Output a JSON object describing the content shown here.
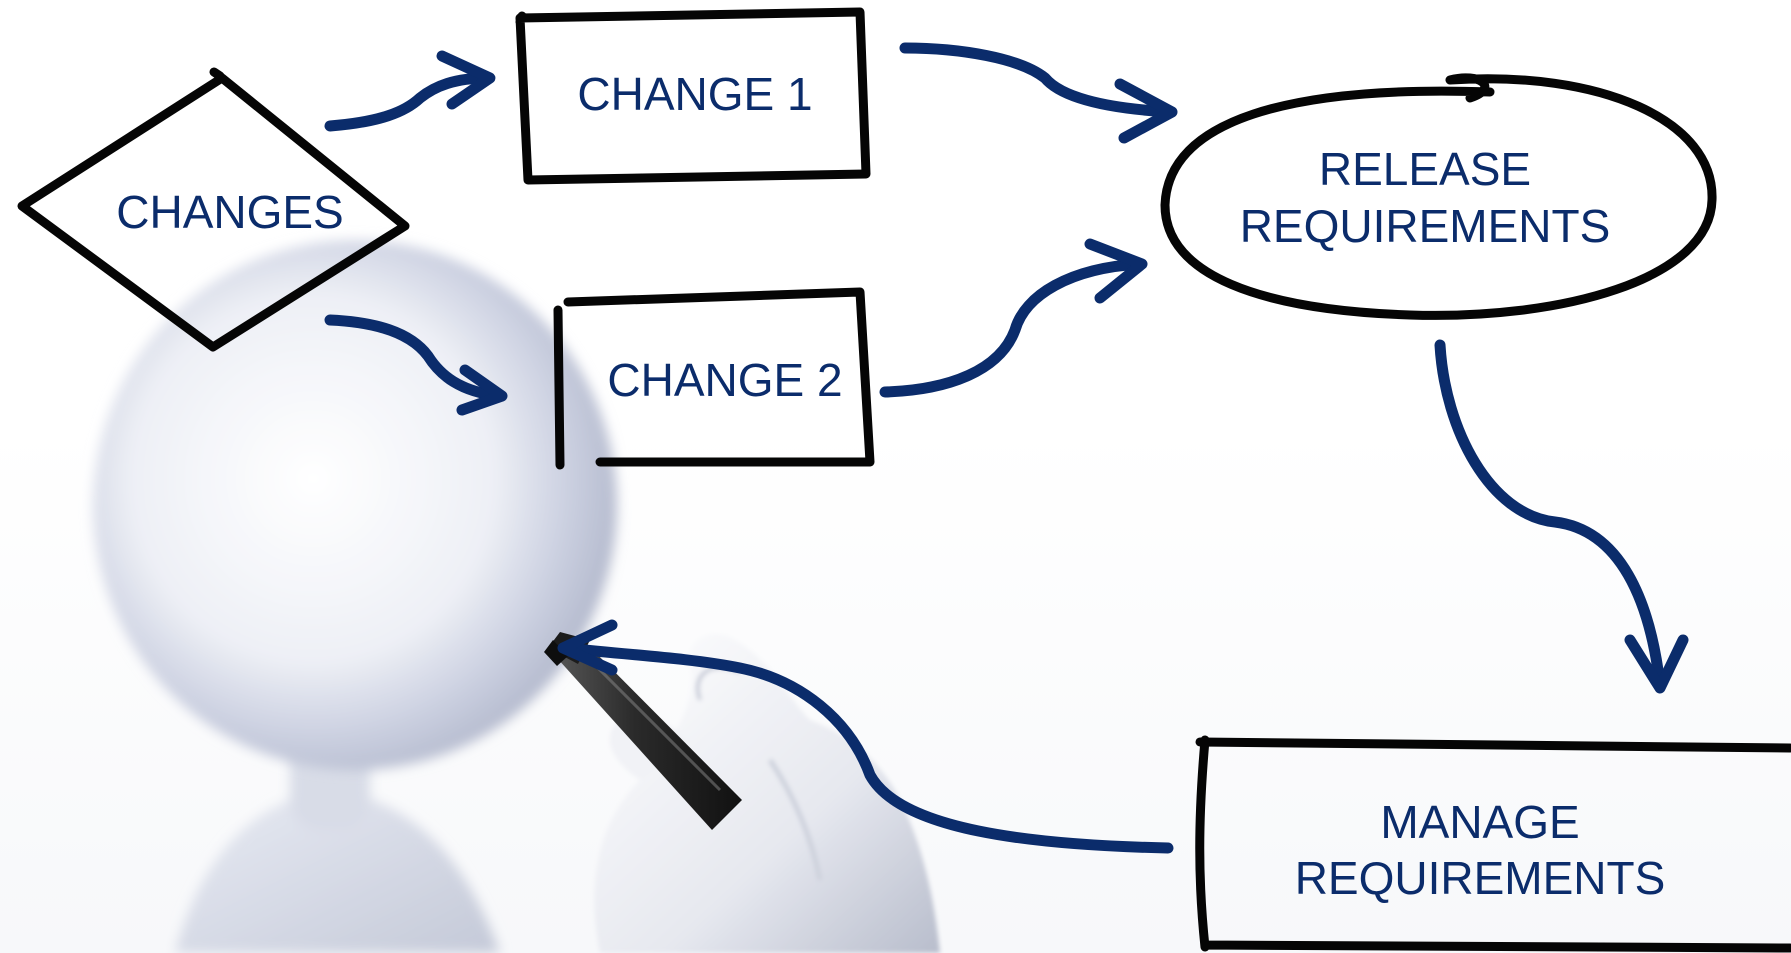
{
  "diagram": {
    "nodes": {
      "changes": {
        "label": "CHANGES",
        "shape": "diamond"
      },
      "change1": {
        "label": "CHANGE 1",
        "shape": "rectangle"
      },
      "change2": {
        "label": "CHANGE 2",
        "shape": "rectangle"
      },
      "release": {
        "line1": "RELEASE",
        "line2": "REQUIREMENTS",
        "shape": "ellipse"
      },
      "manage": {
        "line1": "MANAGE",
        "line2": "REQUIREMENTS",
        "shape": "rectangle"
      }
    },
    "edges": [
      {
        "from": "changes",
        "to": "change1"
      },
      {
        "from": "changes",
        "to": "change2"
      },
      {
        "from": "change1",
        "to": "release"
      },
      {
        "from": "change2",
        "to": "release"
      },
      {
        "from": "release",
        "to": "manage"
      },
      {
        "from": "manage",
        "to": "marker"
      }
    ],
    "colors": {
      "text": "#0b2c6b",
      "arrow": "#0b2c6b",
      "outline": "#050505",
      "background": "#ffffff"
    },
    "illustration": "3d-figure-holding-marker"
  }
}
